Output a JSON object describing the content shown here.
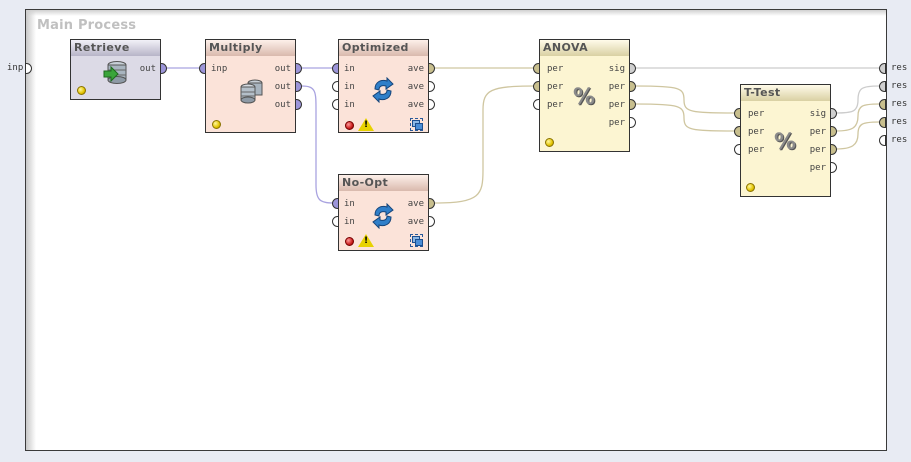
{
  "process": {
    "title": "Main Process"
  },
  "left_ports": [
    {
      "label": "inp"
    }
  ],
  "right_ports": [
    {
      "label": "res"
    },
    {
      "label": "res"
    },
    {
      "label": "res"
    },
    {
      "label": "res"
    },
    {
      "label": "res"
    }
  ],
  "operators": {
    "retrieve": {
      "title": "Retrieve",
      "outputs": [
        "out"
      ],
      "icon": "database-retrieve-icon"
    },
    "multiply": {
      "title": "Multiply",
      "inputs": [
        "inp"
      ],
      "outputs": [
        "out",
        "out",
        "out"
      ],
      "icon": "database-stack-icon"
    },
    "optimized": {
      "title": "Optimized",
      "inputs": [
        "in",
        "in",
        "in"
      ],
      "outputs": [
        "ave",
        "ave",
        "ave"
      ],
      "icon": "loop-arrows-icon"
    },
    "noopt": {
      "title": "No-Opt",
      "inputs": [
        "in",
        "in"
      ],
      "outputs": [
        "ave",
        "ave"
      ],
      "icon": "loop-arrows-icon"
    },
    "anova": {
      "title": "ANOVA",
      "inputs": [
        "per",
        "per",
        "per"
      ],
      "outputs": [
        "sig",
        "per",
        "per",
        "per"
      ],
      "icon": "percent-icon",
      "glyph": "%"
    },
    "ttest": {
      "title": "T-Test",
      "inputs": [
        "per",
        "per",
        "per"
      ],
      "outputs": [
        "sig",
        "per",
        "per",
        "per"
      ],
      "icon": "percent-icon",
      "glyph": "%"
    }
  },
  "warning_glyph": "!",
  "colors": {
    "canvas_bg": "#ffffff",
    "background": "#e8ebf3",
    "wire_example_set": "#a9a3e0",
    "wire_performance": "#cfc6a0",
    "wire_significance": "#cccccc"
  }
}
